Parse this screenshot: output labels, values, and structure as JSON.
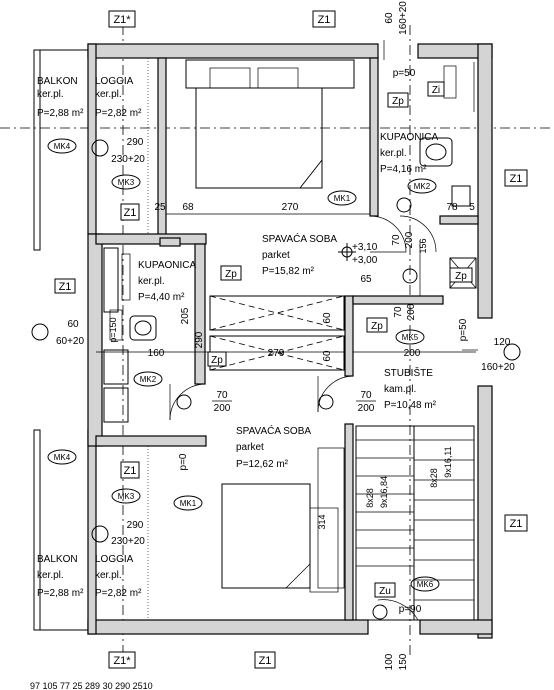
{
  "wall_tags": {
    "z1_star": "Z1*",
    "z1": "Z1",
    "zp": "Zp",
    "zi": "Zi",
    "zu": "Zu"
  },
  "rooms": {
    "balkon_top": {
      "name": "BALKON",
      "floor": "ker.pl.",
      "area": "P=2,88 m²",
      "marker": "MK4"
    },
    "loggia_top": {
      "name": "LOGGIA",
      "floor": "ker.pl.",
      "area": "P=2,82 m²",
      "marker": "MK3"
    },
    "kupaonica_right": {
      "name": "KUPAONICA",
      "floor": "ker.pl.",
      "area": "P=4,16 m²",
      "marker": "MK2"
    },
    "spavaca_top": {
      "name": "SPAVAĆA SOBA",
      "floor": "parket",
      "area": "P=15,82 m²",
      "marker": "MK1"
    },
    "kupaonica_left": {
      "name": "KUPAONICA",
      "floor": "ker.pl.",
      "area": "P=4,40 m²",
      "marker": "MK2"
    },
    "stubiste": {
      "name": "STUBIŠTE",
      "floor": "kam.pl.",
      "area": "P=10,48 m²",
      "marker": "MK5"
    },
    "spavaca_bottom": {
      "name": "SPAVAĆA SOBA",
      "floor": "parket",
      "area": "P=12,62 m²",
      "marker": "MK1"
    },
    "balkon_bottom": {
      "name": "BALKON",
      "floor": "ker.pl.",
      "area": "P=2,88 m²",
      "marker": "MK4"
    },
    "loggia_bottom": {
      "name": "LOGGIA",
      "floor": "ker.pl.",
      "area": "P=2,82 m²",
      "marker": "MK3"
    },
    "stair_marker": "MK6"
  },
  "openings": {
    "window_top_a": "290",
    "window_top_b": "230+20",
    "window_bottom_a": "290",
    "window_bottom_b": "230+20",
    "window_left_a": "60",
    "window_left_b": "60+20",
    "window_right_a": "120",
    "window_right_b": "160+20",
    "top_window_a": "60",
    "top_window_b": "160+20",
    "bottom_window_a": "100",
    "bottom_window_b": "150",
    "door_70": "70",
    "door_200": "200",
    "parapet_50": "p=50",
    "parapet_0": "p=0",
    "parapet_90": "p=90",
    "parapet_150": "p=150"
  },
  "levels": {
    "upper": "+3,10",
    "lower": "+3,00"
  },
  "dimensions": {
    "d25": "25",
    "d68": "68",
    "d270": "270",
    "d78": "78",
    "d5": "5",
    "d65": "65",
    "d156": "156",
    "d205": "205",
    "d160": "160",
    "d279": "279",
    "d200": "200",
    "d290": "290",
    "d70": "70",
    "d314": "314",
    "stair_a": "8x28",
    "stair_b": "9x16,84",
    "stair_c": "8x28",
    "stair_d": "9x16,11",
    "bottom_scale": "97  105  77  25        289         30        290         2510"
  }
}
